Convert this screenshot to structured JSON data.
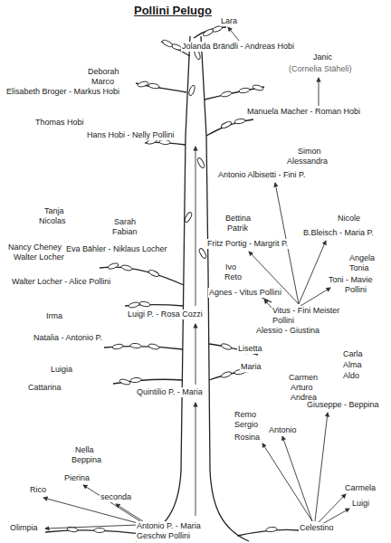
{
  "diagram": {
    "title": "Pollini Pelugo",
    "labels": [
      "Lara",
      "Jolanda Brändli - Andreas Hobi",
      "Deborah",
      "Marco",
      "Elisabeth Broger - Markus Hobi",
      "Janic",
      "(Cornelia Stäheli)",
      "Manuela Macher - Roman Hobi",
      "Thomas Hobi",
      "Hans Hobi - Nelly Pollini",
      "Simon",
      "Alessandra",
      "Antonio Albisetti - Fini P.",
      "Bettina",
      "Patrik",
      "Nicole",
      "B.Bleisch - Maria P.",
      "Fritz Portig - Margrit P.",
      "Tanja",
      "Nicolas",
      "Sarah",
      "Fabian",
      "Nancy Cheney",
      "Walter Locher",
      "Eva Bähler - Niklaus Locher",
      "Angela",
      "Tonia",
      "Ivo",
      "Reto",
      "Toni - Mavie",
      "Pollini",
      "Agnes - Vitus Pollini",
      "Walter Locher - Alice Pollini",
      "Vitus - Fini Meister",
      "Pollini",
      "Luigi P. - Rosa Cozzi",
      "Irma",
      "Alessio - Giustina",
      "Natalia - Antonio P.",
      "Lisetta",
      "Luigia",
      "Maria",
      "Carla",
      "Alma",
      "Aldo",
      "Carmen",
      "Arturo",
      "Andrea",
      "Cattarina",
      "Quintilio P. - Maria",
      "Giuseppe - Beppina",
      "Remo",
      "Sergio",
      "Antonio",
      "Rosina",
      "Nella",
      "Beppina",
      "Pierina",
      "Rico",
      "seconda",
      "Carmela",
      "Luigi",
      "Olimpia",
      "Antonio P. - Maria",
      "Celestino",
      "Geschw Pollini"
    ]
  }
}
